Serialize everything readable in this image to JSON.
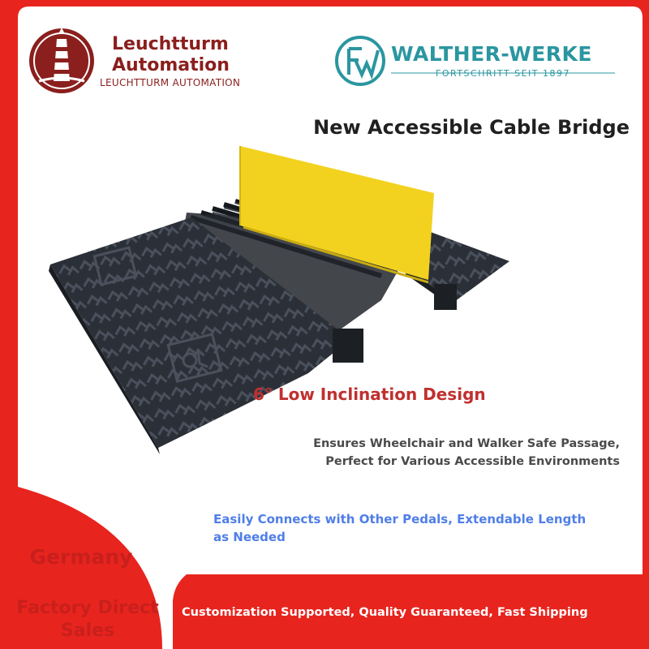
{
  "brand_left": {
    "name_line1": "Leuchtturm",
    "name_line2": "Automation",
    "tagline": "LEUCHTTURM AUTOMATION",
    "logo": "lighthouse-icon",
    "color": "#8a1f1d"
  },
  "brand_right": {
    "name": "WALTHER-WERKE",
    "tagline": "FORTSCHRITT SEIT 1897",
    "logo": "fw-monogram-icon",
    "color": "#2a96a0"
  },
  "product": {
    "title": "New Accessible Cable Bridge",
    "image": "cable-bridge-ramp-image"
  },
  "features": {
    "headline": "6° Low Inclination Design",
    "description_line1": "Ensures Wheelchair and Walker Safe Passage,",
    "description_line2": "Perfect for Various Accessible Environments",
    "extendable_line1": "Easily Connects with Other Pedals, Extendable Length",
    "extendable_line2": "as Needed"
  },
  "badge": {
    "country": "Germany",
    "line1": "Factory Direct",
    "line2": "Sales"
  },
  "footer": {
    "text": "Customization Supported, Quality Guaranteed, Fast Shipping"
  },
  "colors": {
    "red": "#e8241e",
    "headline_red": "#c0302f",
    "blue": "#4f7ee8",
    "yellow": "#f2d21f"
  }
}
